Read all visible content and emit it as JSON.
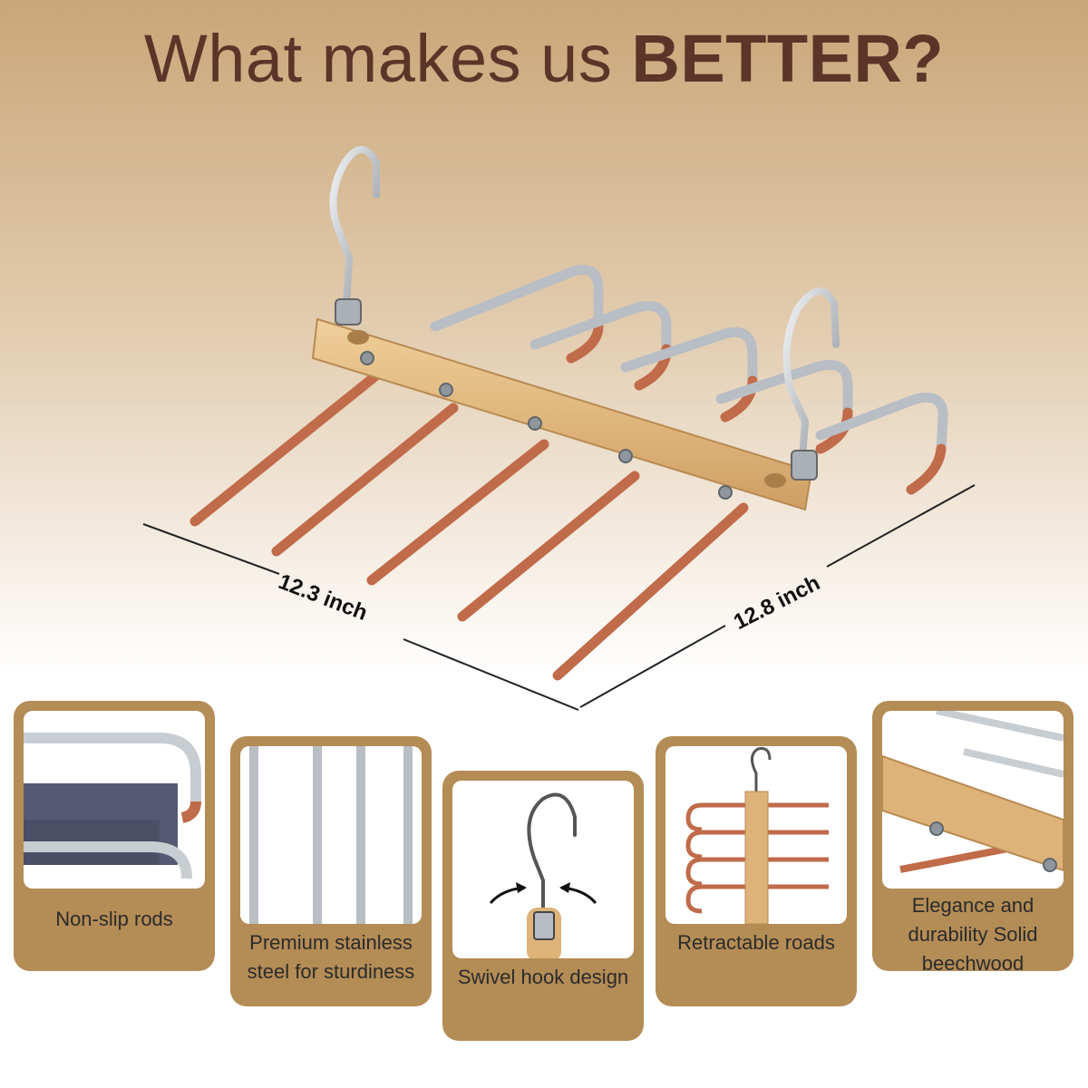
{
  "headline": {
    "prefix": "What makes us ",
    "emphasis": "BETTER?"
  },
  "dimensions": {
    "length": "12.3 inch",
    "width": "12.8 inch"
  },
  "features": [
    {
      "caption": "Non-slip rods",
      "icon": "rod-closeup-photo"
    },
    {
      "caption": "Premium stainless steel for sturdiness",
      "icon": "steel-rods-photo"
    },
    {
      "caption": "Swivel hook design",
      "icon": "swivel-hook-photo"
    },
    {
      "caption": "Retractable roads",
      "icon": "retractable-rack-photo"
    },
    {
      "caption": "Elegance and durability Solid beechwood",
      "icon": "beechwood-photo"
    }
  ],
  "colors": {
    "headline": "#5a3528",
    "card": "#b48c55",
    "wood": "#deb37a",
    "copper": "#c06b4a",
    "steel": "#c8cdd2"
  }
}
